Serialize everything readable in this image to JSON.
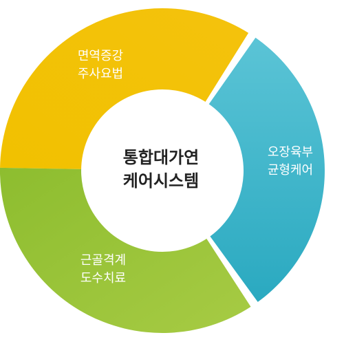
{
  "center": {
    "line1": "통합대가연",
    "line2": "케어시스템"
  },
  "segments": [
    {
      "id": "yellow",
      "line1": "면역증강",
      "line2": "주사요법",
      "color": "#f3c200"
    },
    {
      "id": "blue",
      "line1": "오장육부",
      "line2": "균형케어",
      "color": "#3fb6cc"
    },
    {
      "id": "green",
      "line1": "근골격계",
      "line2": "도수치료",
      "color": "#9cc43a"
    }
  ]
}
